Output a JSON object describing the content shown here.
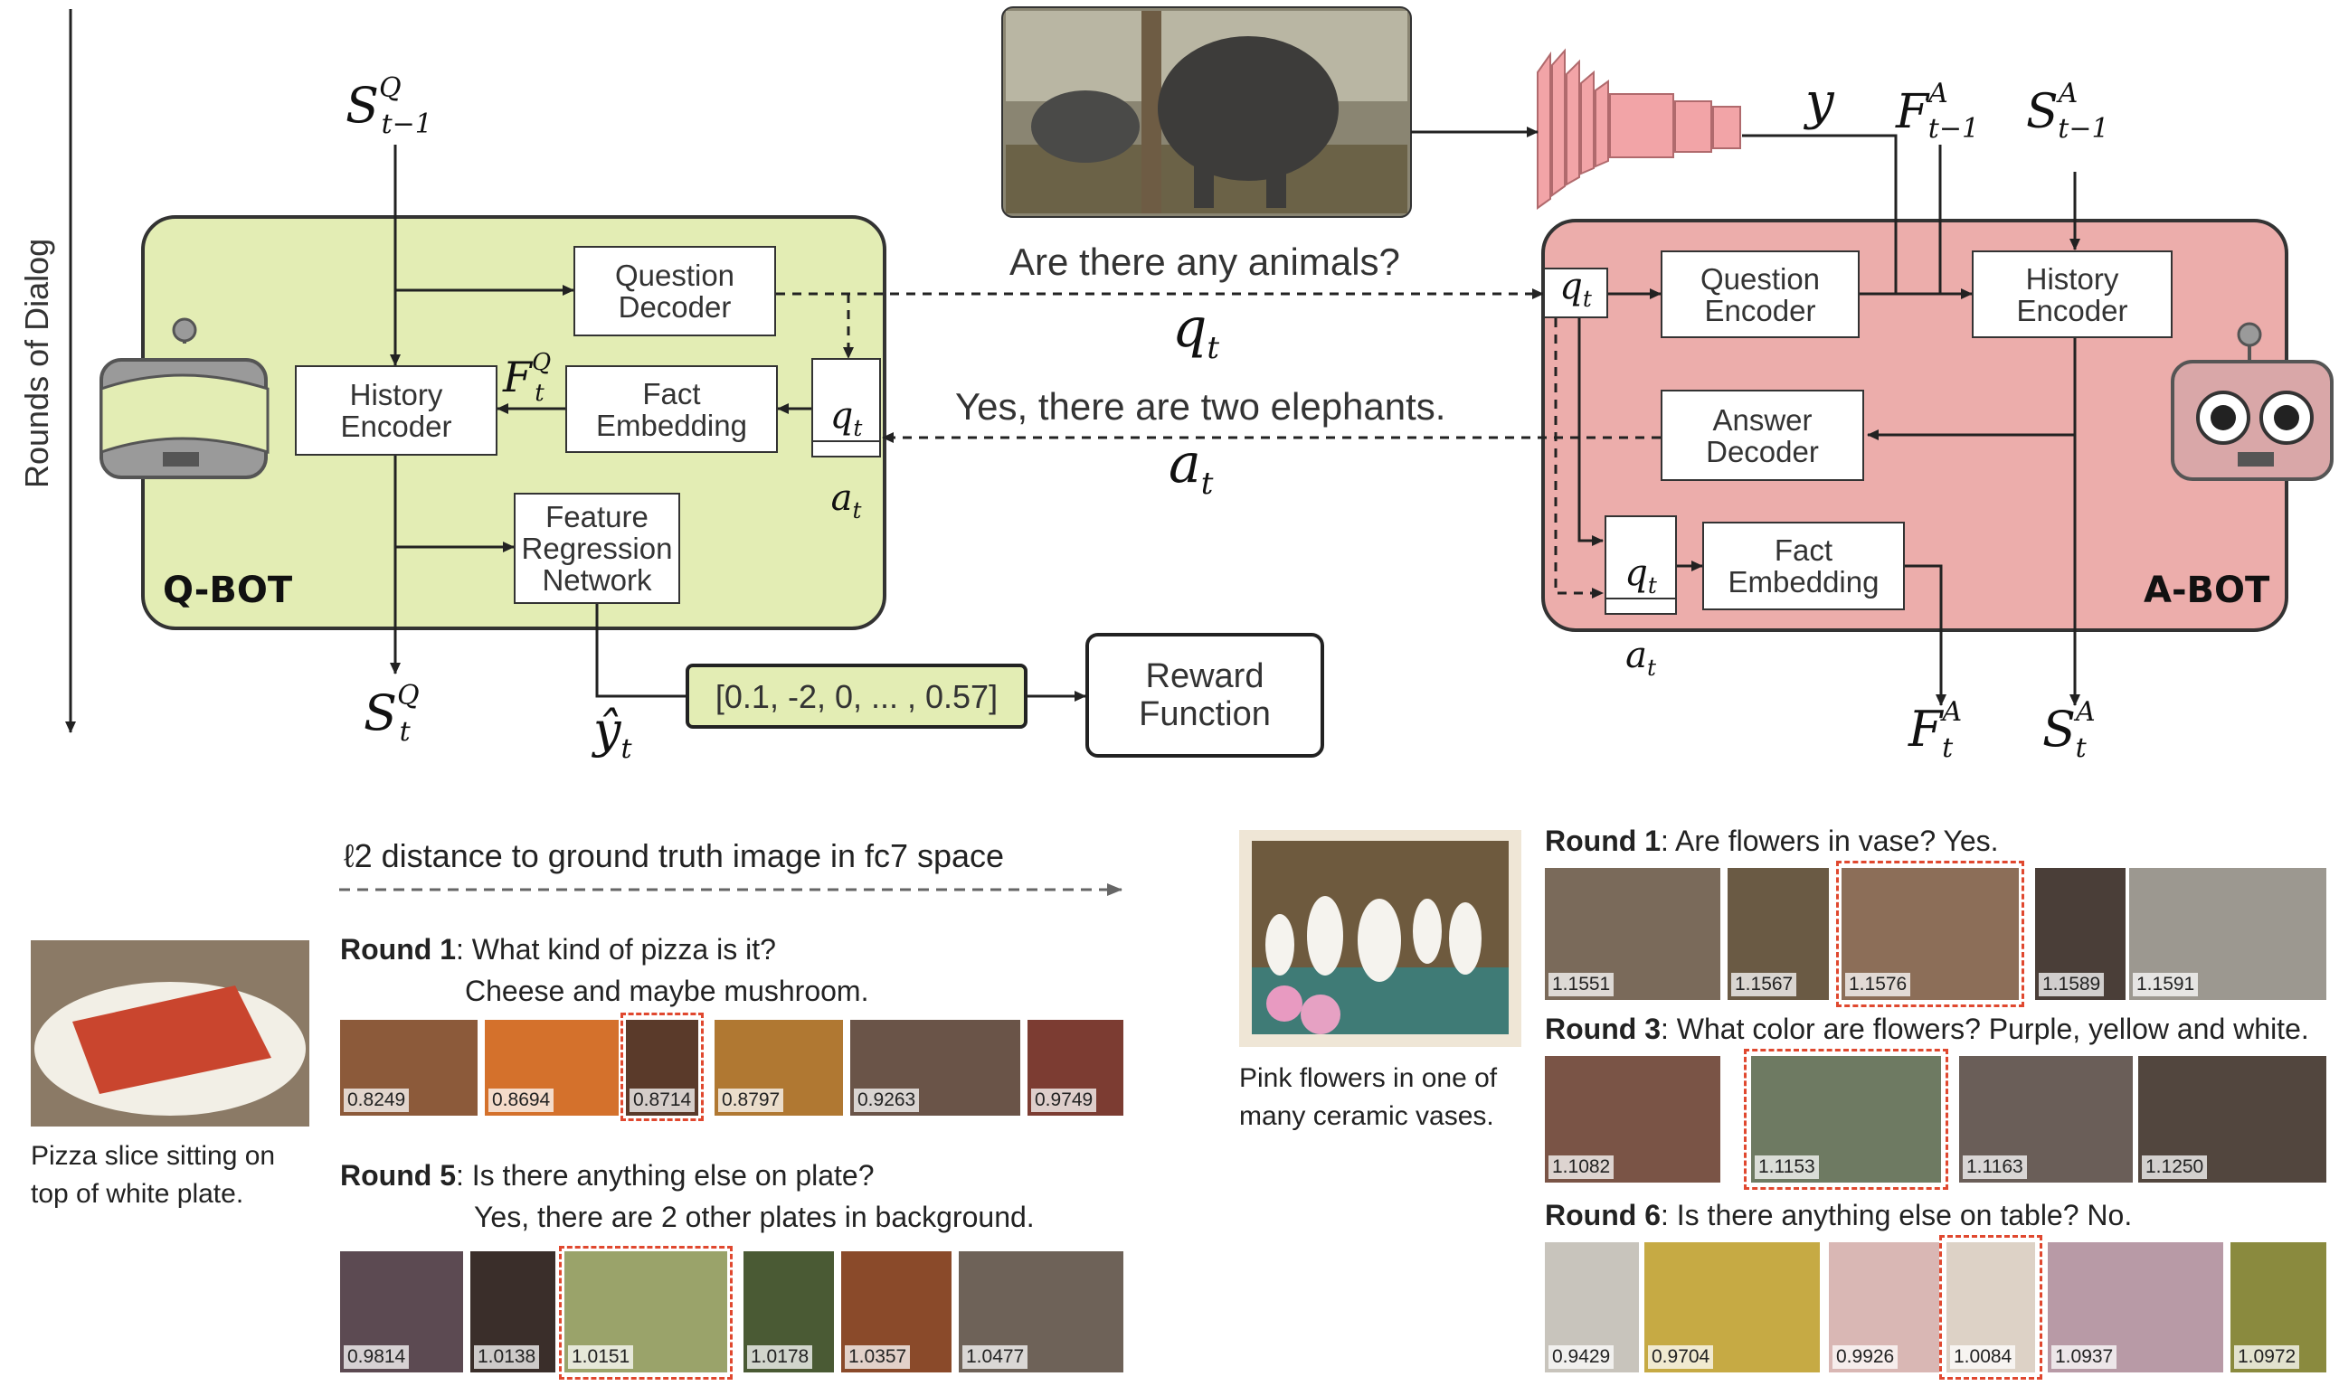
{
  "axis": {
    "rounds_label": "Rounds of Dialog"
  },
  "qbot": {
    "label": "Q-BOT",
    "modules": {
      "question_decoder": "Question\nDecoder",
      "history_encoder": "History\nEncoder",
      "fact_embedding": "Fact\nEmbedding",
      "feature_regression": "Feature\nRegression\nNetwork"
    }
  },
  "abot": {
    "label": "A-BOT",
    "modules": {
      "question_encoder": "Question\nEncoder",
      "history_encoder": "History\nEncoder",
      "answer_decoder": "Answer\nDecoder",
      "fact_embedding": "Fact\nEmbedding"
    }
  },
  "dialog": {
    "question": "Are there any animals?",
    "answer": "Yes, there are two elephants."
  },
  "regression_output": "[0.1, -2, 0, ... , 0.57]",
  "reward": "Reward\nFunction",
  "retrieval_axis_label": "ℓ2 distance to ground truth image in fc7 space",
  "example1": {
    "caption": "Pizza slice sitting on\ntop of white plate.",
    "rounds": [
      {
        "round": "Round 1",
        "question": ": What kind of pizza is it?",
        "answer": "Cheese and maybe mushroom.",
        "scores": [
          "0.8249",
          "0.8694",
          "0.8714",
          "0.8797",
          "0.9263",
          "0.9749"
        ]
      },
      {
        "round": "Round 5",
        "question": ": Is there anything else on plate?",
        "answer": "Yes, there are 2 other plates in background.",
        "scores": [
          "0.9814",
          "1.0138",
          "1.0151",
          "1.0178",
          "1.0357",
          "1.0477"
        ]
      }
    ]
  },
  "example2": {
    "caption": "Pink flowers in one of\nmany ceramic vases.",
    "rounds": [
      {
        "round": "Round 1",
        "question": ": Are flowers in vase? Yes.",
        "scores": [
          "1.1551",
          "1.1567",
          "1.1576",
          "1.1589",
          "1.1591"
        ]
      },
      {
        "round": "Round 3",
        "question": ": What color are flowers? Purple, yellow and white.",
        "scores": [
          "1.1082",
          "1.1153",
          "1.1163",
          "1.1250"
        ]
      },
      {
        "round": "Round 6",
        "question": ": Is there anything else on table?  No.",
        "scores": [
          "0.9429",
          "0.9704",
          "0.9926",
          "1.0084",
          "1.0937",
          "1.0972"
        ]
      }
    ]
  },
  "colors": {
    "qbot_fill": "#e3edb4",
    "abot_fill": "#ecadab",
    "regression_fill": "#e3edb4",
    "cnn_fill": "#f2a4a7",
    "highlight": "#e0482f"
  }
}
